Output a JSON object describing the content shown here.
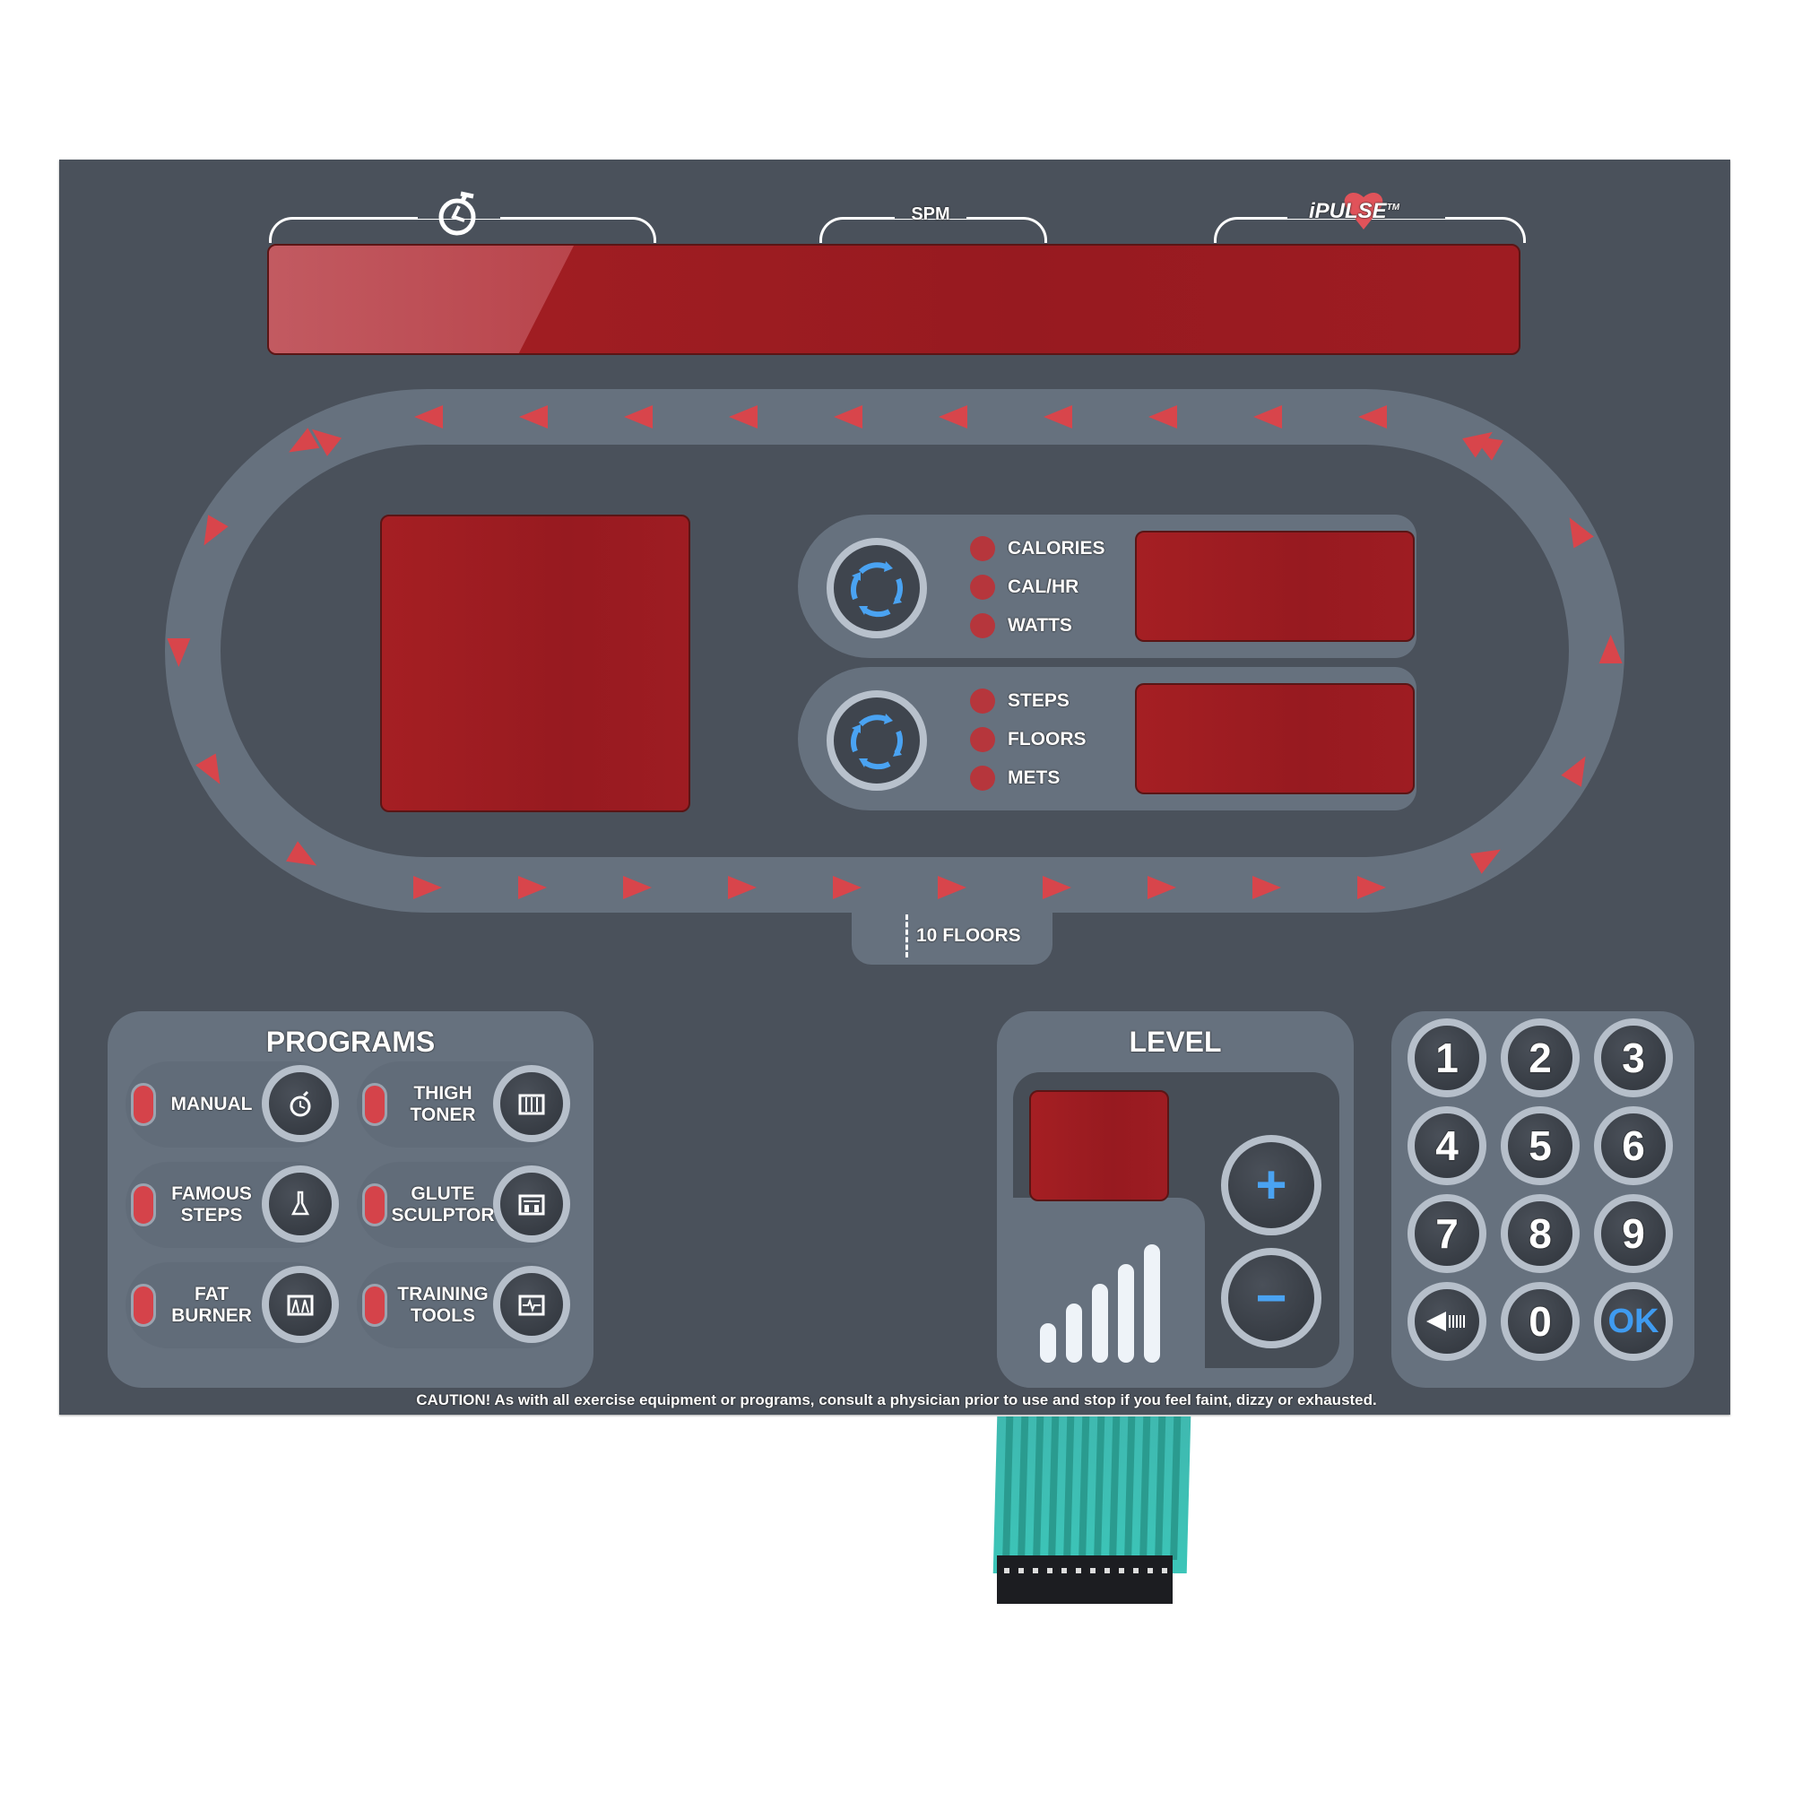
{
  "header": {
    "timer_icon": "stopwatch-icon",
    "spm_label": "SPM",
    "ipulse_label": "iPULSE",
    "ipulse_tm": "TM",
    "heart_icon": "heart-icon"
  },
  "track": {
    "label": "10 FLOORS",
    "arrow_color": "#d8454b"
  },
  "metrics": {
    "group1": {
      "button_icon": "cycle-arrows-icon",
      "items": [
        "CALORIES",
        "CAL/HR",
        "WATTS"
      ]
    },
    "group2": {
      "button_icon": "cycle-arrows-icon",
      "items": [
        "STEPS",
        "FLOORS",
        "METS"
      ]
    }
  },
  "programs": {
    "title": "PROGRAMS",
    "items": [
      {
        "line1": "MANUAL",
        "line2": "",
        "icon": "stopwatch-icon"
      },
      {
        "line1": "THIGH",
        "line2": "TONER",
        "icon": "thigh-toner-profile-icon"
      },
      {
        "line1": "FAMOUS",
        "line2": "STEPS",
        "icon": "monument-icon"
      },
      {
        "line1": "GLUTE",
        "line2": "SCULPTOR",
        "icon": "glute-profile-icon"
      },
      {
        "line1": "FAT",
        "line2": "BURNER",
        "icon": "fat-burner-profile-icon"
      },
      {
        "line1": "TRAINING",
        "line2": "TOOLS",
        "icon": "heartbeat-monitor-icon"
      }
    ]
  },
  "level": {
    "title": "LEVEL",
    "plus_label": "+",
    "minus_label": "−",
    "bars_icon": "level-bars-icon"
  },
  "keypad": {
    "keys": [
      "1",
      "2",
      "3",
      "4",
      "5",
      "6",
      "7",
      "8",
      "9",
      "",
      "0",
      "OK"
    ],
    "backspace_icon": "backspace-icon",
    "ok_color": "#3f9bf0"
  },
  "caution": "CAUTION! As with all exercise equipment or programs, consult a physician prior to use and stop if you feel faint, dizzy or exhausted."
}
